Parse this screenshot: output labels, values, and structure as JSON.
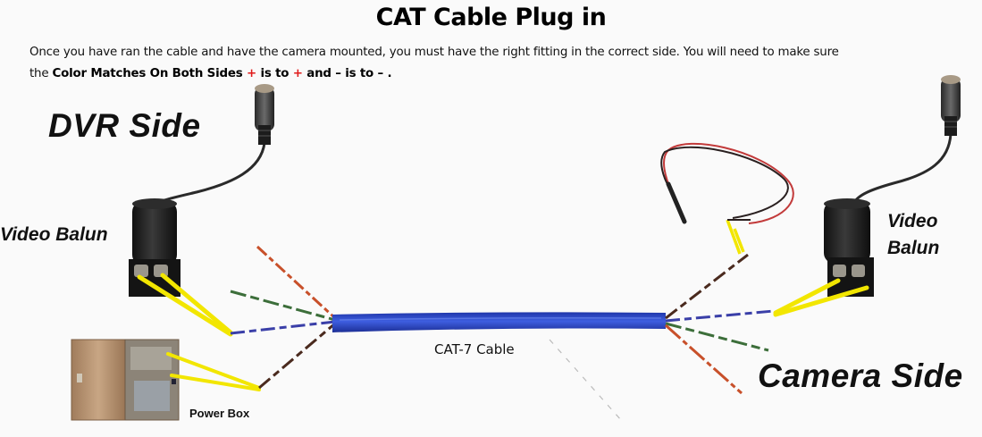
{
  "header": {
    "title": "CAT Cable Plug in",
    "intro_line1": "Once you have ran the cable and have the camera mounted, you must have the right fitting in the correct side. You will need to make sure",
    "intro_line2_prefix": "the ",
    "intro_line2_bold": "Color Matches On Both Sides ",
    "plus_symbol_1": "+",
    "is_to_1": " is to ",
    "plus_symbol_2": "+",
    "and_minus": " and – is to –  ."
  },
  "labels": {
    "dvr_side": "DVR Side",
    "camera_side": "Camera Side",
    "video_balun_left": "Video Balun",
    "video_balun_right_line1": "Video",
    "video_balun_right_line2": "Balun",
    "power_box": "Power Box",
    "cable": "CAT-7 Cable"
  },
  "colors": {
    "background": "#fafafa",
    "cable_jacket": "#2b46c8",
    "connector_highlight": "#f2e600",
    "plus_red": "#e01b1b",
    "wire_orange": "#c8502a",
    "wire_green": "#3c6e3a",
    "wire_blue": "#3a3fa8",
    "wire_brown": "#4a2a1e",
    "balun_body": "#1e1e1e",
    "power_box_tan": "#b89472"
  },
  "components": [
    {
      "name": "DVR-side BNC connector",
      "side": "left"
    },
    {
      "name": "DVR-side video balun",
      "side": "left"
    },
    {
      "name": "Power box",
      "side": "left"
    },
    {
      "name": "CAT-7 cable",
      "side": "center"
    },
    {
      "name": "Camera-side power pigtail",
      "side": "right"
    },
    {
      "name": "Camera-side video balun",
      "side": "right"
    },
    {
      "name": "Camera-side BNC connector",
      "side": "right"
    }
  ]
}
